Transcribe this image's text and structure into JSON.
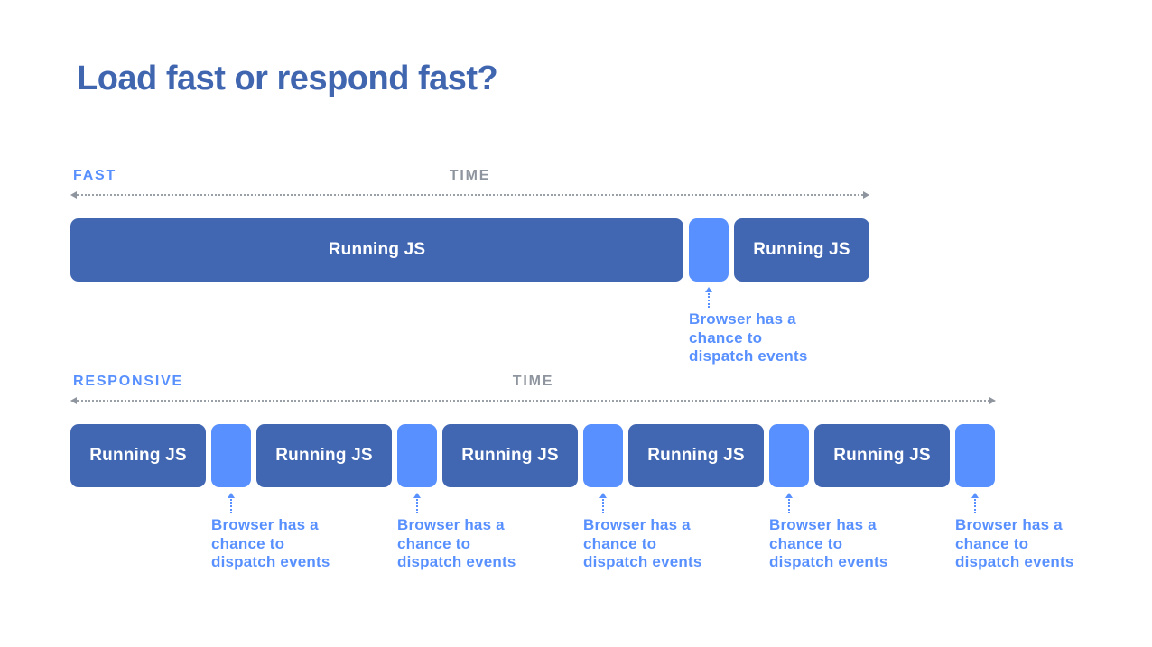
{
  "title": "Load fast or respond fast?",
  "colors": {
    "title_blue": "#4166b0",
    "bar_blue": "#4267b2",
    "gap_blue": "#5890ff",
    "annotation_blue": "#5890ff",
    "axis_gray": "#8f959e",
    "background": "#ffffff"
  },
  "fast_timeline": {
    "label": "FAST",
    "time_label": "TIME",
    "bars": [
      {
        "type": "running-js",
        "label": "Running JS",
        "length": "long"
      },
      {
        "type": "event-gap"
      },
      {
        "type": "running-js",
        "label": "Running JS",
        "length": "short"
      }
    ],
    "annotations": [
      {
        "text": "Browser has a\nchance to\ndispatch events"
      }
    ]
  },
  "responsive_timeline": {
    "label": "RESPONSIVE",
    "time_label": "TIME",
    "bars": [
      {
        "type": "running-js",
        "label": "Running JS"
      },
      {
        "type": "event-gap"
      },
      {
        "type": "running-js",
        "label": "Running JS"
      },
      {
        "type": "event-gap"
      },
      {
        "type": "running-js",
        "label": "Running JS"
      },
      {
        "type": "event-gap"
      },
      {
        "type": "running-js",
        "label": "Running JS"
      },
      {
        "type": "event-gap"
      },
      {
        "type": "running-js",
        "label": "Running JS"
      },
      {
        "type": "event-gap"
      }
    ],
    "annotations": [
      {
        "text": "Browser has a\nchance to\ndispatch events"
      },
      {
        "text": "Browser has a\nchance to\ndispatch events"
      },
      {
        "text": "Browser has a\nchance to\ndispatch events"
      },
      {
        "text": "Browser has a\nchance to\ndispatch events"
      },
      {
        "text": "Browser has a\nchance to\ndispatch events"
      }
    ]
  }
}
